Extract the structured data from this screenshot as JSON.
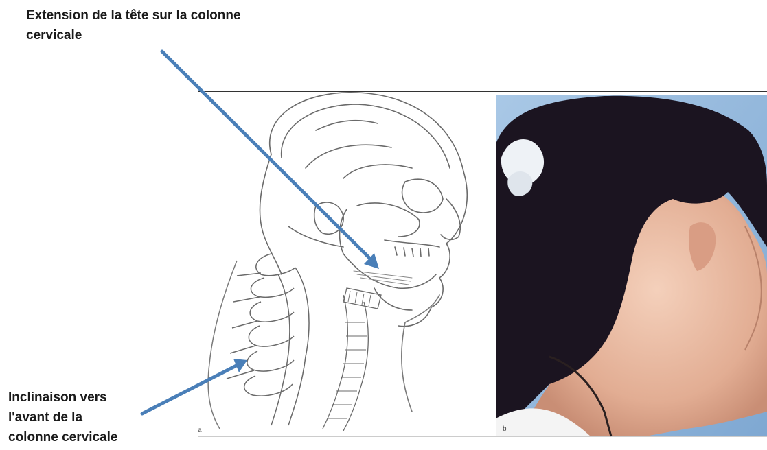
{
  "annotations": {
    "top_label": "Extension de la tête sur la colonne\ncervicale",
    "bottom_label": "Inclinaison vers\nl'avant de la\ncolonne cervicale"
  },
  "panels": {
    "drawing_letter": "a",
    "photo_letter": "b"
  },
  "colors": {
    "arrow": "#4a7fb8",
    "frame_line": "#333333",
    "photo_background": "#8fb6dc",
    "hair": "#1b1420",
    "skin": "#e7b79f"
  },
  "icons": [
    "arrow-head-extension",
    "arrow-neck-inclination"
  ]
}
